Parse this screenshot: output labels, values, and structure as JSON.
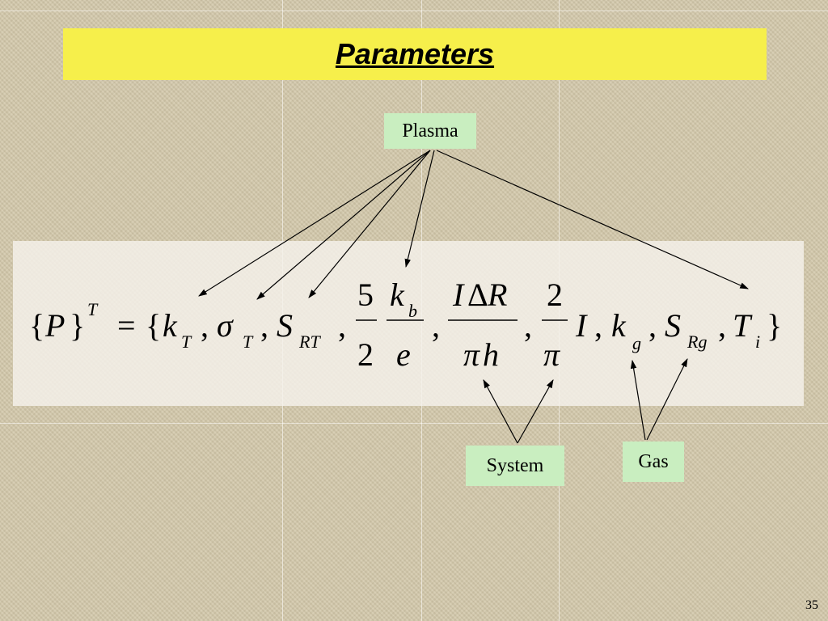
{
  "slide": {
    "title": "Parameters",
    "page_number": "35"
  },
  "labels": {
    "plasma": "Plasma",
    "system": "System",
    "gas": "Gas"
  },
  "formula": {
    "open_brace": "{",
    "close_brace": "}",
    "P": "P",
    "superscript_T": "T",
    "equals": "=",
    "k": "k",
    "sub_T": "T",
    "sigma": "σ",
    "S": "S",
    "sub_RT": "RT",
    "num_5": "5",
    "den_2": "2",
    "sub_b": "b",
    "e": "e",
    "I": "I",
    "Delta": "Δ",
    "R": "R",
    "pi": "π",
    "h": "h",
    "num_2": "2",
    "sub_g": "g",
    "sub_Rg": "Rg",
    "T": "T",
    "sub_i": "i",
    "comma": ","
  },
  "colors": {
    "title_bar": "#f6ef4b",
    "label_box": "#c9eec0"
  }
}
